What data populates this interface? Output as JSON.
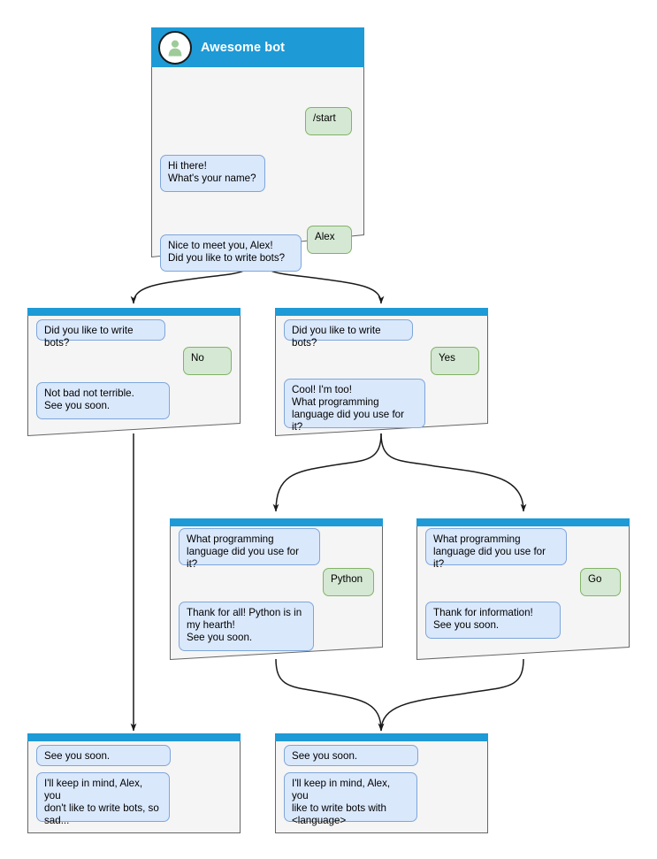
{
  "diagram": {
    "title": "Awesome bot chat flow",
    "colors": {
      "header_blue": "#1e9ad6",
      "bot_bubble_fill": "#dae8fc",
      "bot_bubble_border": "#7ea6d9",
      "user_bubble_fill": "#d5e8d4",
      "user_bubble_border": "#82b366",
      "node_fill": "#f5f5f5",
      "node_border": "#666666",
      "connector": "#1a1a1a",
      "avatar_person": "#9ecb99"
    }
  },
  "nodes": {
    "start": {
      "id": "start",
      "header_title": "Awesome bot",
      "avatar_icon": "person-avatar-icon",
      "messages": [
        {
          "from": "user",
          "text": "/start"
        },
        {
          "from": "bot",
          "text": "Hi there!\nWhat's your name?"
        },
        {
          "from": "user",
          "text": "Alex"
        },
        {
          "from": "bot",
          "text": "Nice to meet you, Alex!\nDid you like to write bots?"
        }
      ]
    },
    "answer_no": {
      "id": "answer_no",
      "messages": [
        {
          "from": "bot",
          "text": "Did you like to write bots?"
        },
        {
          "from": "user",
          "text": "No"
        },
        {
          "from": "bot",
          "text": "Not bad not terrible.\nSee you soon."
        }
      ]
    },
    "answer_yes": {
      "id": "answer_yes",
      "messages": [
        {
          "from": "bot",
          "text": "Did you like to write bots?"
        },
        {
          "from": "user",
          "text": "Yes"
        },
        {
          "from": "bot",
          "text": "Cool! I'm too!\nWhat programming\nlanguage did you use for it?"
        }
      ]
    },
    "lang_python": {
      "id": "lang_python",
      "messages": [
        {
          "from": "bot",
          "text": "What programming\nlanguage did you use for it?"
        },
        {
          "from": "user",
          "text": "Python"
        },
        {
          "from": "bot",
          "text": "Thank for all! Python is in\nmy hearth!\nSee you soon."
        }
      ]
    },
    "lang_go": {
      "id": "lang_go",
      "messages": [
        {
          "from": "bot",
          "text": "What programming\nlanguage did you use for it?"
        },
        {
          "from": "user",
          "text": "Go"
        },
        {
          "from": "bot",
          "text": "Thank for information!\nSee you soon."
        }
      ]
    },
    "end_sad": {
      "id": "end_sad",
      "messages": [
        {
          "from": "bot",
          "text": "See you soon."
        },
        {
          "from": "bot",
          "text": "I'll keep in mind, Alex, you\ndon't like to write bots, so\nsad..."
        }
      ]
    },
    "end_happy": {
      "id": "end_happy",
      "messages": [
        {
          "from": "bot",
          "text": "See you soon."
        },
        {
          "from": "bot",
          "text": "I'll keep in mind, Alex, you\nlike to write bots with\n<language>"
        }
      ]
    }
  }
}
